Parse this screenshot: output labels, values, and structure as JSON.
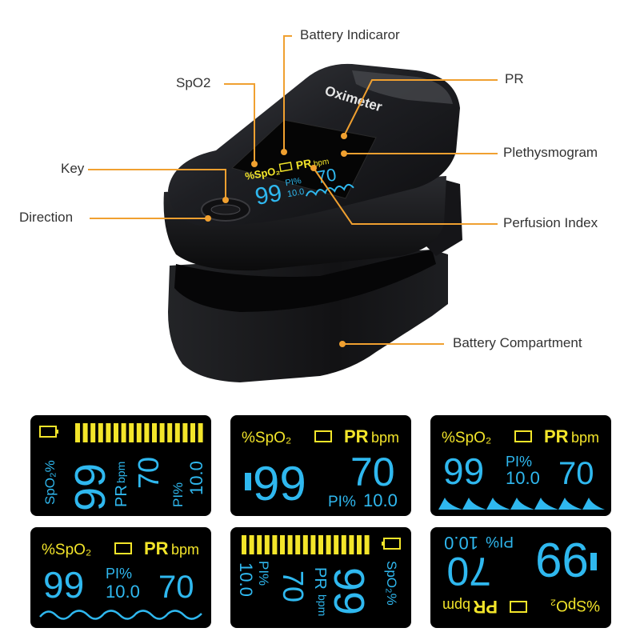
{
  "colors": {
    "callout": "#f0a030",
    "label_text": "#333333",
    "display_blue": "#2fb8ef",
    "display_yellow": "#f3e52a",
    "device_body": "#1c1d20"
  },
  "device": {
    "brand": "Oximeter",
    "screen": {
      "spo2_label": "%SpO₂",
      "pr_label": "PR",
      "pr_unit": "bpm",
      "spo2_value": "99",
      "pr_value": "70",
      "pi_label": "PI%",
      "pi_value": "10.0"
    }
  },
  "callouts": {
    "battery_indicator": "Battery Indicaror",
    "spo2": "SpO2",
    "pr": "PR",
    "plethysmogram": "Plethysmogram",
    "key": "Key",
    "direction": "Direction",
    "perfusion_index": "Perfusion Index",
    "battery_compartment": "Battery Compartment"
  },
  "display_modes": {
    "spo2_label": "%SpO₂",
    "spo2_vertical_label": "SpO₂%",
    "pr_label": "PR",
    "pr_unit": "bpm",
    "pi_label": "PI%",
    "spo2_value": "99",
    "pr_value": "70",
    "pi_value": "10.0",
    "bar_segments": 17,
    "bar_level": 1.0
  }
}
